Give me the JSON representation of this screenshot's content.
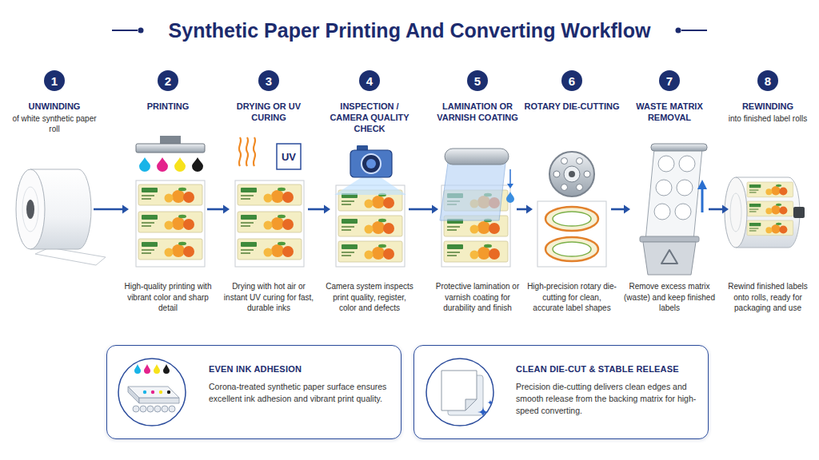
{
  "diagram": {
    "title": "Synthetic Paper Printing And Converting Workflow",
    "nodes": [
      {
        "text": [
          "UNWINDING",
          "of white synthetic paper roll"
        ]
      },
      {
        "text": [
          "1"
        ],
        "in": 0
      },
      {
        "text": [
          "PRINTING",
          "High-quality printing with vibrant color and sharp detail"
        ]
      },
      {
        "text": [
          "2"
        ],
        "in": 2
      },
      {
        "text": [
          "DRYING OR UV CURING",
          "Drying with hot air or instant UV curing for fast, durable inks"
        ]
      },
      {
        "text": [
          "3"
        ],
        "in": 4
      },
      {
        "text": [
          "INSPECTION / CAMERA QUALITY CHECK",
          "Camera system inspects print quality, register, color and defects"
        ]
      },
      {
        "text": [
          "4"
        ],
        "in": 6
      },
      {
        "text": [
          "LAMINATION OR VARNISH COATING",
          "Protective lamination or varnish coating for durability and finish"
        ]
      },
      {
        "text": [
          "5"
        ],
        "in": 8
      },
      {
        "text": [
          "ROTARY DIE-CUTTING",
          "High-precision rotary die-cutting for clean, accurate label shapes"
        ]
      },
      {
        "text": [
          "6"
        ],
        "in": 10
      },
      {
        "text": [
          "WASTE MATRIX REMOVAL",
          "Remove excess matrix (waste) and keep finished labels"
        ]
      },
      {
        "text": [
          "7"
        ],
        "in": 12
      },
      {
        "text": [
          "REWINDING",
          "into finished label rolls",
          "Rewind finished labels onto rolls, ready for packaging and use"
        ]
      },
      {
        "text": [
          "8"
        ],
        "in": 14
      },
      {
        "text": [
          "EVEN INK ADHESION",
          "Corona-treated synthetic paper surface ensures excellent ink adhesion and vibrant print quality."
        ]
      },
      {
        "text": [
          "CLEAN DIE-CUT & STABLE RELEASE",
          "Precision die-cutting delivers clean edges and smooth release from the backing matrix for high-speed converting."
        ]
      }
    ],
    "edges": [
      {
        "from": 0,
        "to": 2,
        "arrow": "to"
      },
      {
        "from": 2,
        "to": 4,
        "arrow": "to"
      },
      {
        "from": 4,
        "to": 6,
        "arrow": "to"
      },
      {
        "from": 6,
        "to": 8,
        "arrow": "to"
      },
      {
        "from": 8,
        "to": 10,
        "arrow": "to"
      },
      {
        "from": 10,
        "to": 12,
        "arrow": "to"
      },
      {
        "from": 12,
        "to": 14,
        "arrow": "to"
      }
    ],
    "labels": [
      "UV"
    ]
  }
}
